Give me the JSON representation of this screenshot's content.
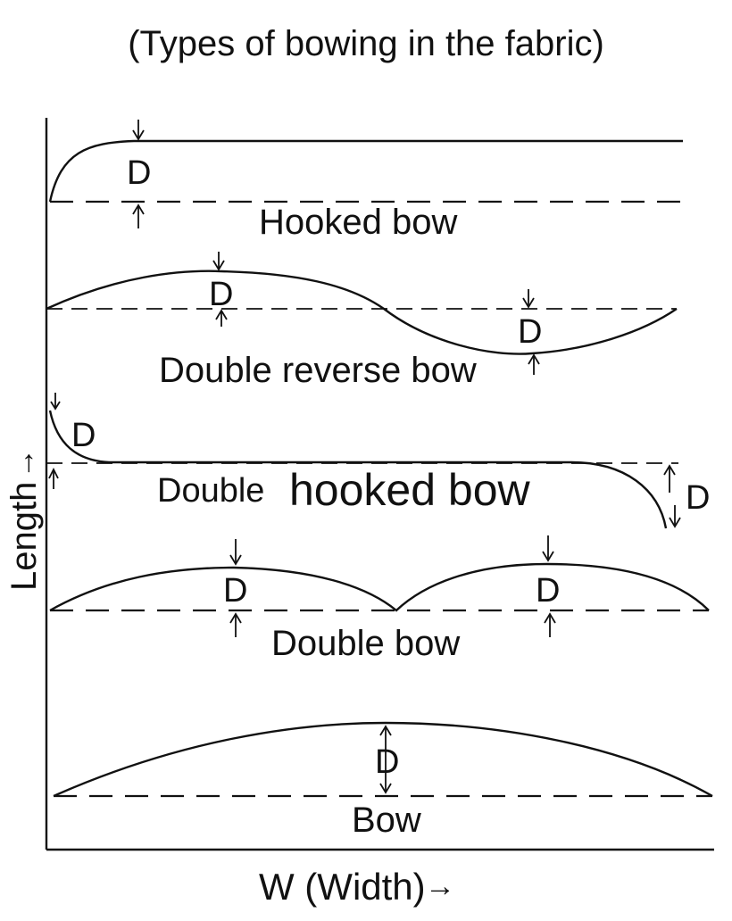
{
  "title": "(Types of bowing in the fabric)",
  "axes": {
    "y_label": "Length",
    "y_arrow": "→",
    "x_label": "W (Width)",
    "x_arrow": "→"
  },
  "deviation_label": "D",
  "bow_types": {
    "hooked": "Hooked bow",
    "double_reverse": "Double reverse bow",
    "double_hooked_prefix": "Double",
    "double_hooked_suffix": "hooked bow",
    "double": "Double bow",
    "bow": "Bow"
  },
  "colors": {
    "ink": "#111111",
    "background": "#ffffff"
  }
}
